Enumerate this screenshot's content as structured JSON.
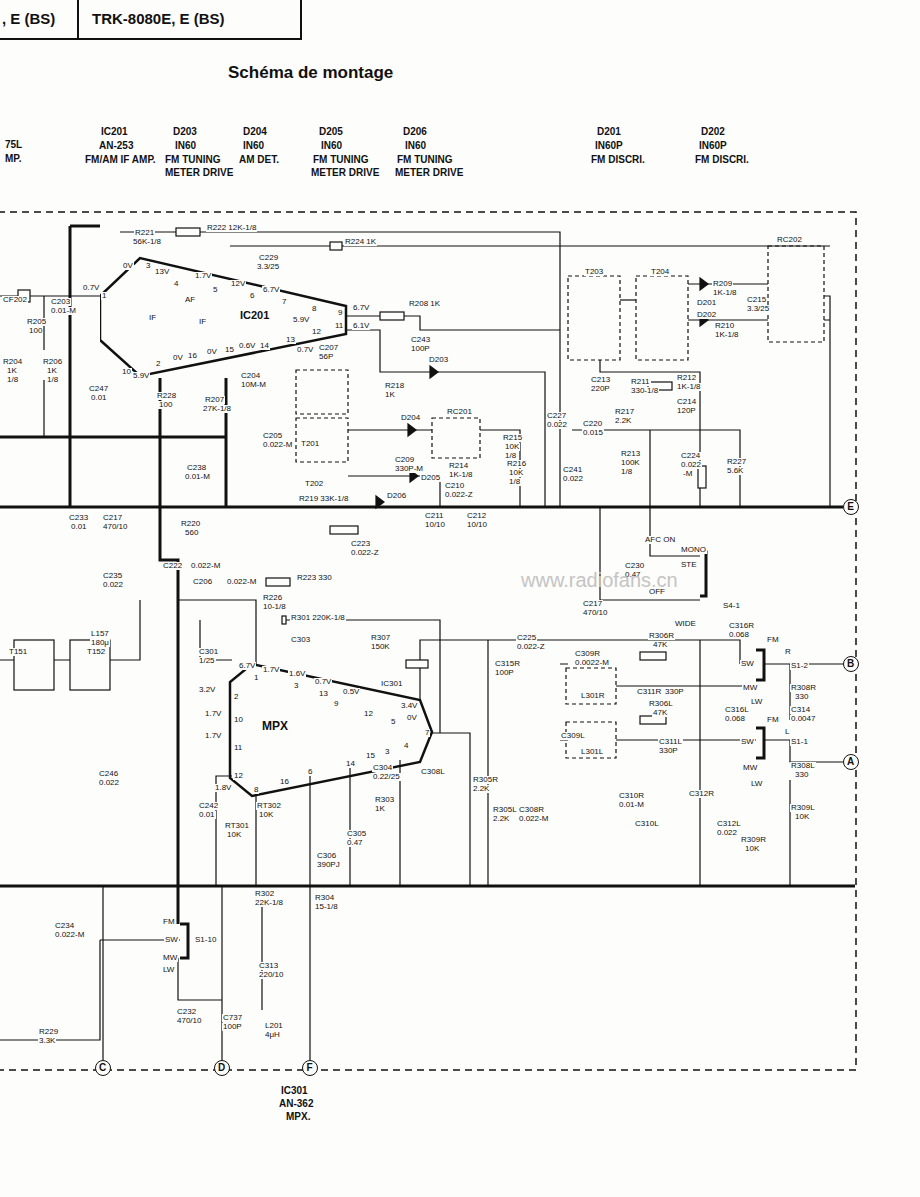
{
  "diagram": {
    "title": "Schéma de montage",
    "nodes": [
      {
        "text": [
          ", E (BS)",
          "TRK-8080E, E (BS)"
        ]
      },
      {
        "text": [
          "IC201"
        ]
      },
      {
        "text": [
          "MPX"
        ]
      },
      {
        "text": [
          "E"
        ]
      },
      {
        "text": [
          "B"
        ]
      },
      {
        "text": [
          "A"
        ]
      },
      {
        "text": [
          "C"
        ]
      },
      {
        "text": [
          "D"
        ]
      },
      {
        "text": [
          "F"
        ]
      }
    ],
    "labels": [
      "75L",
      "MP.",
      "IC201",
      "AN-253",
      "FM/AM IF AMP.",
      "D203",
      "IN60",
      "FM TUNING",
      "METER DRIVE",
      "D204",
      "IN60",
      "AM DET.",
      "D205",
      "IN60",
      "FM TUNING",
      "METER DRIVE",
      "D206",
      "IN60",
      "FM TUNING",
      "METER DRIVE",
      "D201",
      "IN60P",
      "FM DISCRI.",
      "D202",
      "IN60P",
      "FM DISCRI.",
      "CF202",
      "C203",
      "0.01-M",
      "R205",
      "100",
      "0.7V",
      "R204",
      "1K",
      "1/8",
      "R206",
      "1K",
      "1/8",
      "C247",
      "0.01",
      "1",
      "3",
      "4",
      "5",
      "6",
      "7",
      "8",
      "9",
      "11",
      "12",
      "13",
      "14",
      "15",
      "16",
      "2",
      "10",
      "0V",
      "13V",
      "1.7V",
      "12V",
      "6.7V",
      "6.7V",
      "6.1V",
      "5.9V",
      "0.7V",
      "0.6V",
      "0V",
      "0V",
      "5.9V",
      "AF",
      "IF",
      "IF",
      "R221",
      "56K-1/8",
      "R222 12K-1/8",
      "R224 1K",
      "C229",
      "3.3/25",
      "R208 1K",
      "C243",
      "100P",
      "C207",
      "56P",
      "D203",
      "R218",
      "1K",
      "T201",
      "C204",
      "10M-M",
      "R228",
      "100",
      "R207",
      "27K-1/8",
      "C205",
      "0.022-M",
      "T202",
      "D204",
      "RC201",
      "C227",
      "0.022",
      "R215",
      "10K",
      "1/8",
      "R216",
      "10K",
      "1/8",
      "C209",
      "330P-M",
      "D206",
      "D205",
      "R214",
      "1K-1/8",
      "C210",
      "0.022-Z",
      "C211",
      "10/10",
      "C212",
      "10/10",
      "R219 33K-1/8",
      "C238",
      "0.01-M",
      "R220",
      "560",
      "C233",
      "0.01",
      "C217",
      "470/10",
      "C223",
      "0.022-Z",
      "C222",
      "0.022-M",
      "C206",
      "0.022-M",
      "R223 330",
      "R226",
      "10-1/8",
      "C235",
      "0.022",
      "L157",
      "180μ",
      "T151",
      "T152",
      "T203",
      "T204",
      "R209",
      "1K-1/8",
      "C215",
      "3.3/25",
      "D201",
      "D202",
      "R210",
      "1K-1/8",
      "RC202",
      "C213",
      "220P",
      "R211",
      "330-1/8",
      "R212",
      "1K-1/8",
      "C214",
      "120P",
      "R217",
      "2.2K",
      "C220",
      "0.015",
      "R213",
      "100K",
      "1/8",
      "C224",
      "0.022",
      "-M",
      "R227",
      "5.6K",
      "C241",
      "0.022",
      "C230",
      "0.47",
      "AFC ON",
      "OFF",
      "C217",
      "470/10",
      "MONO",
      "STE",
      "WIDE",
      "S4-1",
      "C225",
      "0.022-Z",
      "C315R",
      "100P",
      "C309R",
      "0.0022-M",
      "L301R",
      "C309L",
      "L301L",
      "R306R",
      "47K",
      "C311R",
      "330P",
      "R306L",
      "47K",
      "C311L",
      "330P",
      "C316R",
      "0.068",
      "FM",
      "R",
      "SW",
      "S1-2",
      "R308R",
      "330",
      "C314",
      "0.0047",
      "MW",
      "LW",
      "C316L",
      "0.068",
      "FM",
      "L",
      "SW",
      "S1-1",
      "MW",
      "LW",
      "R308L",
      "330",
      "C310R",
      "0.01-M",
      "C310L",
      "C312R",
      "C312L",
      "0.022",
      "R309L",
      "10K",
      "R309R",
      "10K",
      "R305R",
      "2.2K",
      "R305L",
      "2.2K",
      "C308R",
      "0.022-M",
      "C308L",
      "R301 220K-1/8",
      "R307",
      "150K",
      "IC301",
      "C303",
      "C301",
      "1/25",
      "3.2V",
      "1.7V",
      "1.7V",
      "1.8V",
      "1",
      "2",
      "3",
      "13",
      "9",
      "12",
      "5",
      "7",
      "4",
      "3",
      "15",
      "14",
      "6",
      "16",
      "8",
      "10",
      "11",
      "12",
      "6.7V",
      "1.7V",
      "1.6V",
      "0.7V",
      "0.5V",
      "3.4V",
      "0V",
      "R303",
      "1K",
      "C304",
      "0.22/25",
      "C305",
      "0.47",
      "RT302",
      "10K",
      "RT301",
      "10K",
      "C306",
      "390PJ",
      "C242",
      "0.01",
      "C246",
      "0.022",
      "R302",
      "22K-1/8",
      "R304",
      "15-1/8",
      "C313",
      "220/10",
      "C232",
      "470/10",
      "C737",
      "100P",
      "L201",
      "4μH",
      "C234",
      "0.022-M",
      "R229",
      "3.3K",
      "S1-10",
      "FM",
      "SW",
      "MW",
      "LW",
      "IC301",
      "AN-362",
      "MPX.",
      "www.radiofans.cn"
    ]
  }
}
